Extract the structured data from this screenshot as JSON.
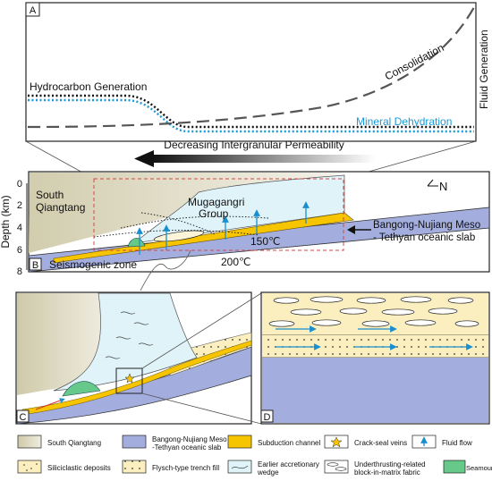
{
  "panel_a": {
    "letter": "A",
    "hydrocarbon_label": "Hydrocarbon Generation",
    "consolidation_label": "Consolidation",
    "mineral_label": "Mineral Dehydration",
    "fluid_label": "Fluid Generation",
    "permeability_label": "Decreasing Intergranular Permeability",
    "colors": {
      "hydrocarbon": "#111111",
      "mineral": "#1a9ad6",
      "consolidation": "#555555"
    }
  },
  "panel_b": {
    "letter": "B",
    "depth_axis_label": "Depth (km)",
    "depth_ticks": [
      "0",
      "2",
      "4",
      "6",
      "8"
    ],
    "south_qiangtang": [
      "South",
      "Qiangtang"
    ],
    "mugagangri": [
      "Mugagangri",
      "Group"
    ],
    "temp_150": "150℃",
    "temp_200": "200℃",
    "seismogenic": "Seismogenic zone",
    "slab": [
      "Bangong-Nujiang Meso",
      "- Tethyan oceanic slab"
    ],
    "north": "N"
  },
  "panel_c": {
    "letter": "C"
  },
  "panel_d": {
    "letter": "D"
  },
  "legend": [
    {
      "label": [
        "South Qiangtang"
      ],
      "swatch": "qiangtang"
    },
    {
      "label": [
        "Bangong-Nujiang Meso",
        "-Tethyan oceanic slab"
      ],
      "swatch": "slab"
    },
    {
      "label": [
        "Subduction channel"
      ],
      "swatch": "channel"
    },
    {
      "label": [
        "Crack-seal veins"
      ],
      "swatch": "star"
    },
    {
      "label": [
        "Fluid flow"
      ],
      "swatch": "arrow"
    },
    {
      "label": [
        "Siliciclastic deposits"
      ],
      "swatch": "silici"
    },
    {
      "label": [
        "Flysch-type trench fill"
      ],
      "swatch": "flysch"
    },
    {
      "label": [
        "Earlier accretionary",
        "wedge"
      ],
      "swatch": "wedge"
    },
    {
      "label": [
        "Underthrusting-related",
        "block-in-matrix fabric"
      ],
      "swatch": "block"
    },
    {
      "label": [
        "Seamount"
      ],
      "swatch": "seamount"
    }
  ],
  "colors": {
    "slab": "#a3aede",
    "channel": "#f7c400",
    "flysch": "#fbefc0",
    "qiangtang": "#d8d4b6",
    "wedge": "#dff3f8",
    "seamount": "#66c98a",
    "arrow": "#1a8fd0",
    "dashed_box": "#d64545"
  }
}
